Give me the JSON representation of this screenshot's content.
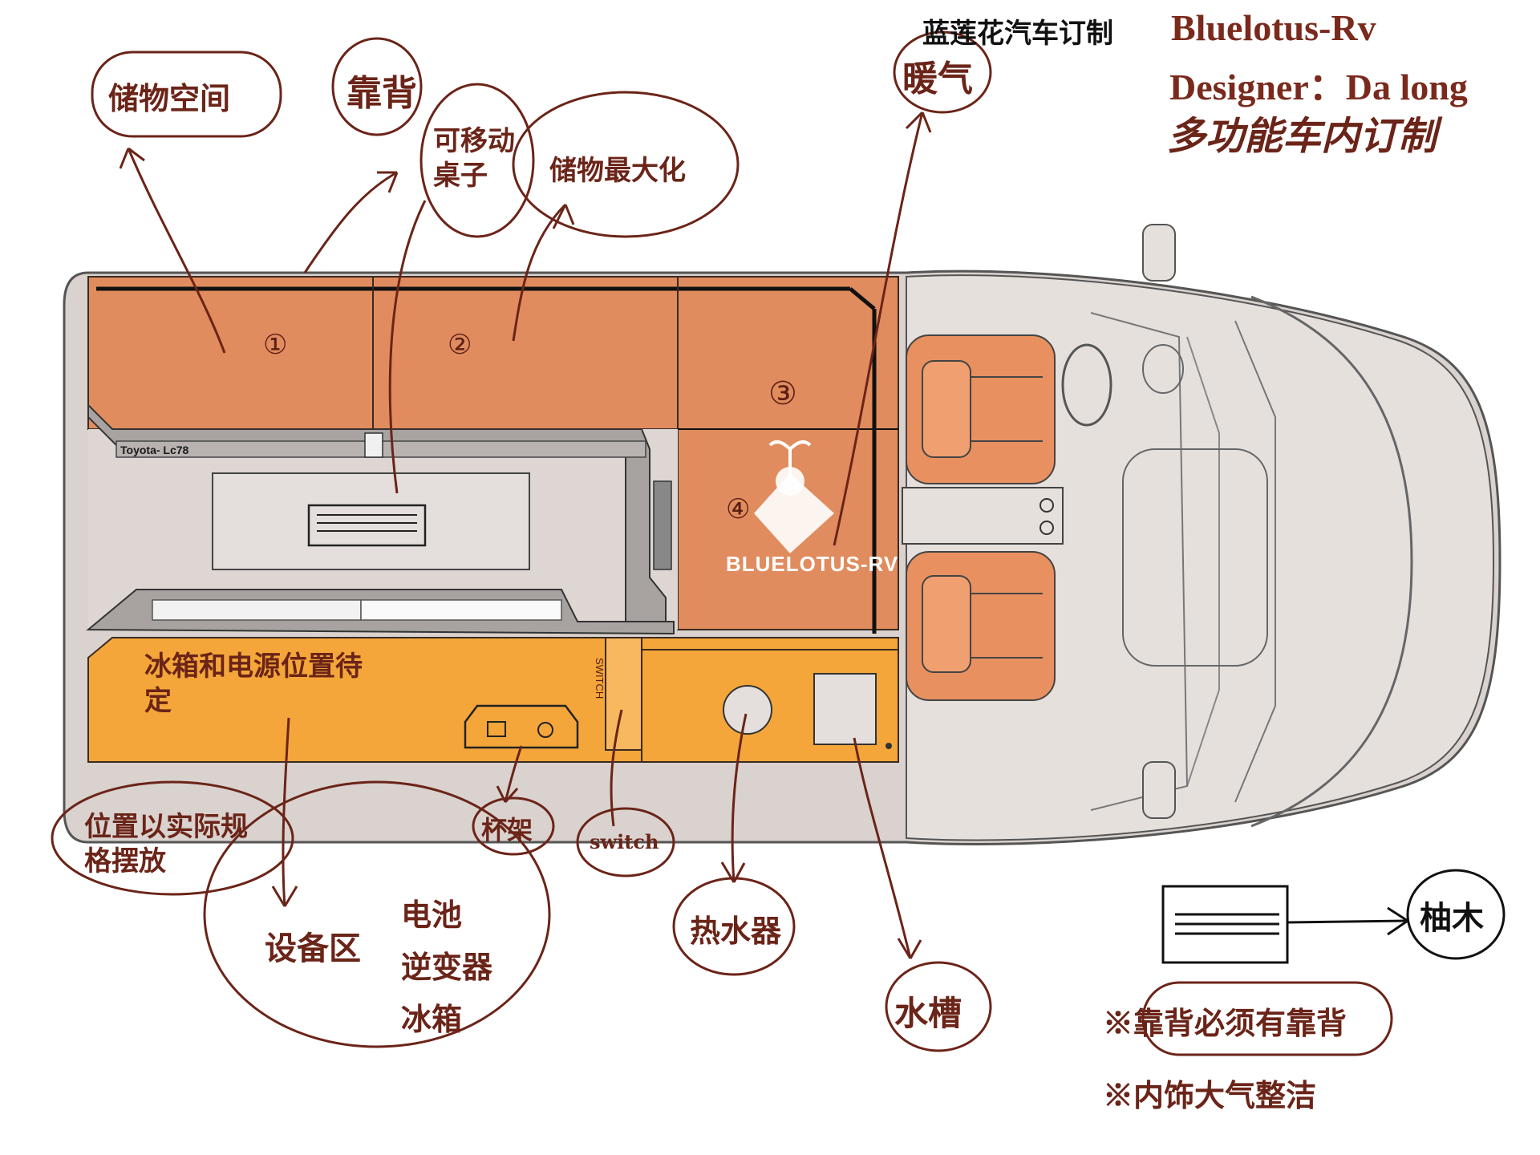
{
  "header": {
    "brand_cn": "蓝莲花汽车订制",
    "brand_en": "Bluelotus-Rv",
    "designer": "Designer：Da long",
    "tagline": "多功能车内订制"
  },
  "vehicle": {
    "model_label": "Toyota- Lc78",
    "watermark": "BLUELOTUS-RV"
  },
  "zones": [
    "①",
    "②",
    "③",
    "④"
  ],
  "annotations": {
    "storage_space": "储物空间",
    "backrest": "靠背",
    "movable_table": "可移动桌子",
    "max_storage": "储物最大化",
    "heater": "暖气",
    "fridge_power": "冰箱和电源位置待定",
    "position_note": "位置以实际规格摆放",
    "equipment_zone": "设备区",
    "equipment_items": [
      "电池",
      "逆变器",
      "冰箱"
    ],
    "cup_holder": "杯架",
    "switch": "switch",
    "switch_panel": "SWITCH",
    "water_heater": "热水器",
    "sink": "水槽",
    "teak": "柚木",
    "note1": "※靠背必须有靠背",
    "note2": "※内饰大气整洁"
  },
  "colors": {
    "cabinet_top": "#e08c5e",
    "cabinet_bottom": "#f4a63a",
    "floor": "#ddd6d3",
    "frame": "#a8a3a0",
    "ink": "#6b2418"
  }
}
